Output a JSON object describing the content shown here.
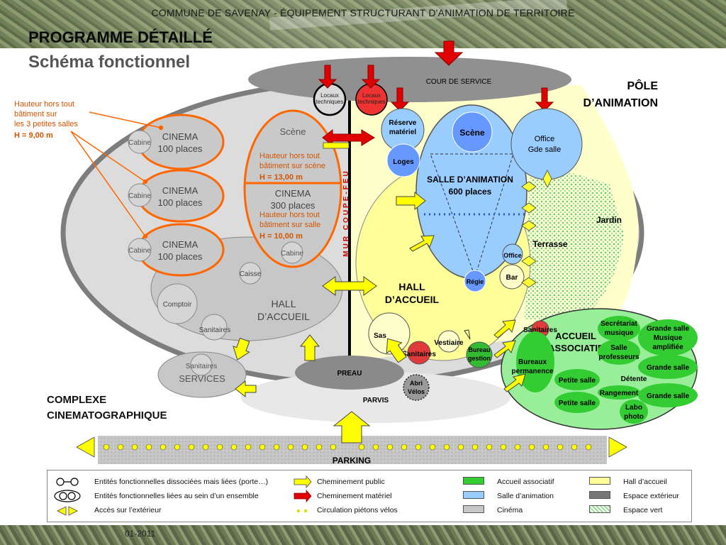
{
  "header": {
    "banner": "COMMUNE DE SAVENAY - ÉQUIPEMENT STRUCTURANT D'ANIMATION DE TERRITOIRE",
    "title": "PROGRAMME DÉTAILLÉ",
    "subtitle": "Schéma fonctionnel"
  },
  "colors": {
    "cinema_grey": "#c8c8c8",
    "exterior_grey": "#8a8a8a",
    "hall_yellow": "#ffff99",
    "animation_blue": "#99ccff",
    "associatif_green": "#33cc33",
    "assoc_bg": "#99ee99",
    "orange": "#ff6600",
    "red_arrow": "#dd0000",
    "yellow_arrow": "#ffff00"
  },
  "diagram": {
    "cour_service": "COUR DE SERVICE",
    "locaux_tech": [
      "Locaux",
      "techniques"
    ],
    "pole_title": [
      "PÔLE",
      "D’ANIMATION"
    ],
    "mur_coupe_feu": "MUR COUPE-FEU",
    "reserve": [
      "Réserve",
      "matériel"
    ],
    "loges": "Loges",
    "scene_anim": "Scène",
    "office_gde": [
      "Office",
      "Gde salle"
    ],
    "salle_anim": [
      "SALLE D’ANIMATION",
      "600 places"
    ],
    "jardin": "Jardin",
    "terrasse": "Terrasse",
    "office": "Office",
    "bar": "Bar",
    "regie": "Régie",
    "hall_anim": [
      "HALL",
      "D’ACCUEIL"
    ],
    "sas": "Sas",
    "vestiaire": "Vestiaire",
    "sanitaires": "Sanitaires",
    "bureau_gestion": [
      "Bureau",
      "gestion"
    ],
    "abri_velos": [
      "Abri",
      "Vélos"
    ],
    "preau": "PREAU",
    "parvis": "PARVIS",
    "parking": "PARKING",
    "accueil_assoc": [
      "ACCUEIL",
      "ASSOCIATIF"
    ],
    "secretariat": [
      "Secrétariat",
      "musique"
    ],
    "salle_prof": [
      "Salle",
      "professeurs"
    ],
    "grande_musique": [
      "Grande salle",
      "Musique",
      "amplifiée"
    ],
    "grande_salle": "Grande salle",
    "bureaux_perm": [
      "Bureaux",
      "permanence"
    ],
    "petite_salle": "Petite salle",
    "detente": "Détente",
    "rangement": "Rangement",
    "labo_photo": [
      "Labo",
      "photo"
    ],
    "cinema_small": [
      "CINEMA",
      "100 places"
    ],
    "cabine": "Cabine",
    "scene_cinema": "Scène",
    "cinema_big": [
      "CINEMA",
      "300 places"
    ],
    "caisse": "Caisse",
    "comptoir": "Comptoir",
    "hall_cinema": [
      "HALL",
      "D’ACCUEIL"
    ],
    "services": "SERVICES",
    "complexe": [
      "COMPLEXE",
      "CINEMATOGRAPHIQUE"
    ],
    "note_small": [
      "Hauteur hors tout",
      "bâtiment sur",
      "les 3 petites salles",
      "H = 9,00 m"
    ],
    "note_scene": [
      "Hauteur hors tout",
      "bâtiment sur scène",
      "H = 13,00 m"
    ],
    "note_salle": [
      "Hauteur hors tout",
      "bâtiment sur salle",
      "H = 10,00 m"
    ]
  },
  "legend": {
    "col1": [
      "Entités fonctionnelles dissociées mais liées (porte…)",
      "Entités fonctionnelles liées au sein d’un ensemble",
      "Accès sur l’extérieur"
    ],
    "col2": [
      "Cheminement public",
      "Cheminement matériel",
      "Circulation piétons vélos"
    ],
    "col3": [
      "Accueil associatif",
      "Salle d’animation",
      "Cinéma"
    ],
    "col4": [
      "Hall d’accueil",
      "Espace extérieur",
      "Espace vert"
    ]
  },
  "footer": {
    "date": "01-2011"
  }
}
